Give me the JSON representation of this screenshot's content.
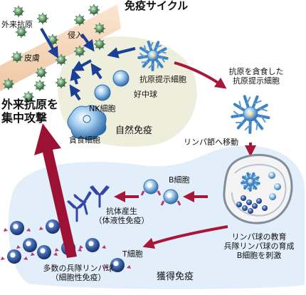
{
  "title": "免疫サイクル",
  "labels": {
    "external_antigen": "外来抗原",
    "invasion": "侵入",
    "skin": "皮膚",
    "apc": "抗原提示細胞",
    "neutrophil": "好中球",
    "nk_cell": "NK細胞",
    "phagocyte": "貪食細胞",
    "innate_immunity": "自然免疫",
    "apc_engulfed_line1": "抗原を貪食した",
    "apc_engulfed_line2": "抗原提示細胞",
    "to_lymph_node": "リンパ節へ移動",
    "lymph_line1": "リンパ球の教育",
    "lymph_line2": "兵隊リンパ球の育成",
    "lymph_line3": "B細胞を刺激",
    "b_cell": "B細胞",
    "antibody_line1": "抗体産生",
    "antibody_line2": "（体液性免疫）",
    "t_cell": "T細胞",
    "soldier_line1": "多数の兵隊リンパ球",
    "soldier_line2": "（細胞性免疫）",
    "acquired_immunity": "獲得免疫",
    "attack_line1": "外来抗原を",
    "attack_line2": "集中攻撃"
  },
  "colors": {
    "innate_area": "#eeeedd",
    "acquired_area": "#e2eef9",
    "skin": "#f7dcc2",
    "blue_arrow": "#1a3f97",
    "red_arrow": "#a8173a",
    "cell_blue": "#7cb6e2",
    "cell_dark": "#203f84",
    "receptor": "#b13a73"
  }
}
